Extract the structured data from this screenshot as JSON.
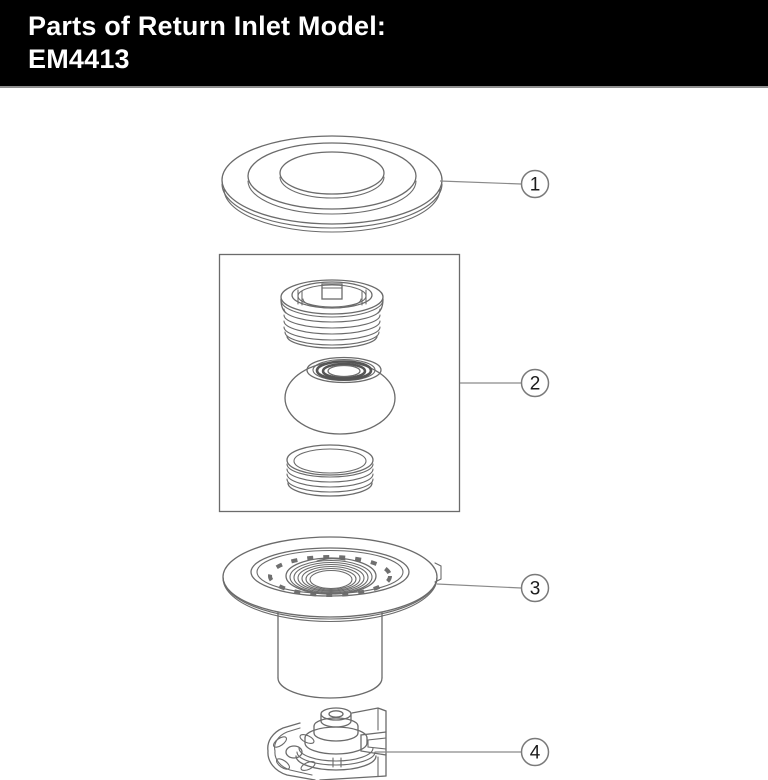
{
  "header": {
    "title_line1": "Parts of Return Inlet Model:",
    "title_line2": "EM4413",
    "background_color": "#000000",
    "text_color": "#ffffff"
  },
  "diagram": {
    "line_color": "#6b6b6b",
    "callouts": [
      {
        "label": "1"
      },
      {
        "label": "2"
      },
      {
        "label": "3"
      },
      {
        "label": "4"
      }
    ]
  }
}
